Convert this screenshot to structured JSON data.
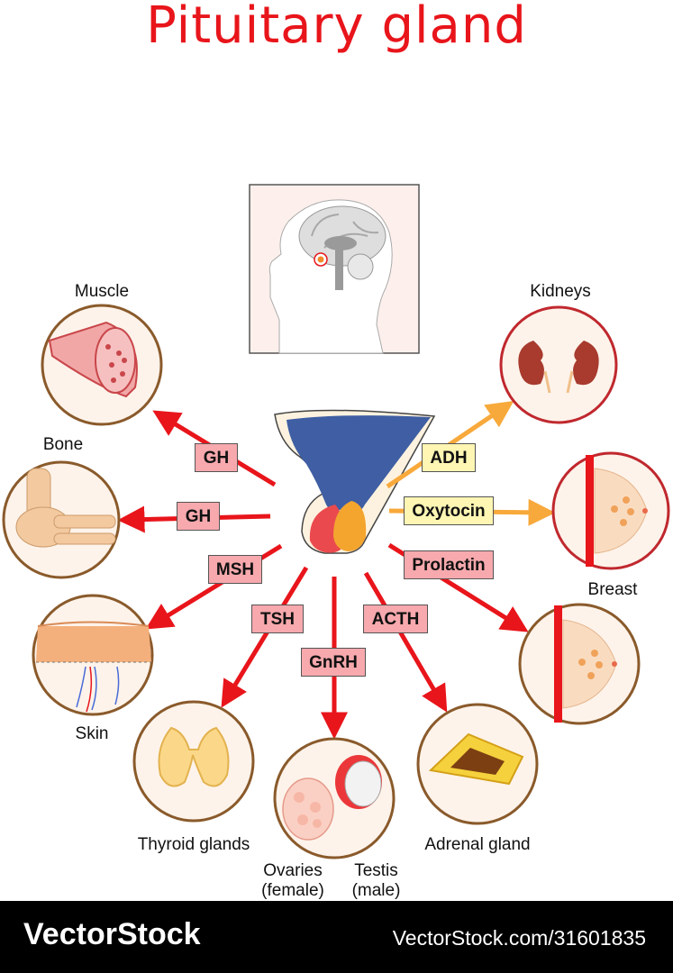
{
  "title": "Pituitary gland",
  "labels": {
    "muscle": "Muscle",
    "bone": "Bone",
    "skin": "Skin",
    "thyroid": "Thyroid glands",
    "ovaries_1": "Ovaries",
    "ovaries_2": "(female)",
    "testis_1": "Testis",
    "testis_2": "(male)",
    "adrenal": "Adrenal gland",
    "kidneys": "Kidneys",
    "breast": "Breast"
  },
  "hormones": {
    "gh_muscle": "GH",
    "gh_bone": "GH",
    "msh": "MSH",
    "tsh": "TSH",
    "gnrh": "GnRH",
    "acth": "ACTH",
    "adh": "ADH",
    "oxytocin": "Oxytocin",
    "prolactin": "Prolactin"
  },
  "footer": {
    "brand": "VectorStock",
    "reference": "VectorStock.com/31601835"
  },
  "colors": {
    "title": "#e8151b",
    "arrow_red": "#e8151b",
    "arrow_orange": "#f8a93b",
    "hormone_box_red": "#f7a9ad",
    "hormone_box_yellow": "#fff6b3",
    "circle_brown": "#8a5a2b",
    "circle_red": "#c0282e"
  }
}
